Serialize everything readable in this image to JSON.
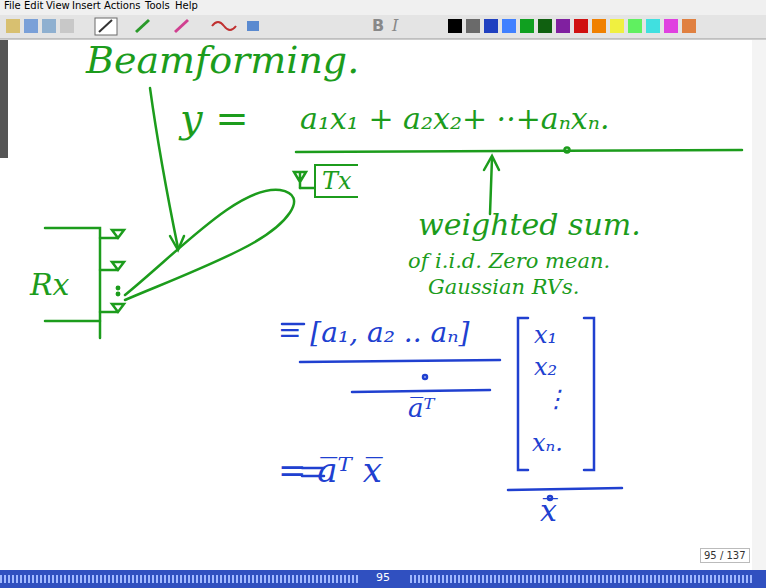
{
  "diagram": {
    "title": "Beamforming.",
    "nodes": [
      {
        "text": [
          "Rx"
        ]
      },
      {
        "text": [
          "Tx"
        ]
      }
    ],
    "labels": [
      "File",
      "Edit",
      "View",
      "Insert",
      "Actions",
      "Tools",
      "Help",
      "B",
      "I",
      "y =",
      "a₁x₁ + a₂x₂+ ··+aₙxₙ.",
      "weighted sum.",
      "of i.i.d. Zero mean.",
      "Gaussian RVs.",
      "= [a₁, a₂ .. aₙ]",
      "a̅ᵀ",
      "x₁",
      "x₂",
      "⋮",
      "xₙ.",
      "x̅",
      "= a̅ᵀ x̅",
      "95 / 137",
      "95"
    ]
  }
}
